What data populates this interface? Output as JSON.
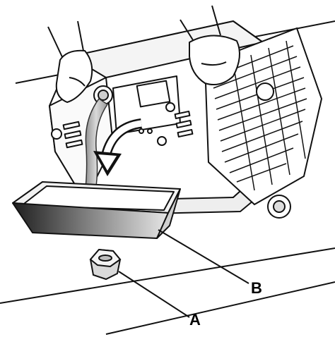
{
  "figure": {
    "callouts": [
      {
        "id": "A",
        "label": "A"
      },
      {
        "id": "B",
        "label": "B"
      }
    ]
  },
  "colors": {
    "line": "#111111",
    "pan_dark": "#2b2b2b",
    "pan_light": "#d8d8d8",
    "oil": "#b8b8b8",
    "background": "#ffffff"
  }
}
